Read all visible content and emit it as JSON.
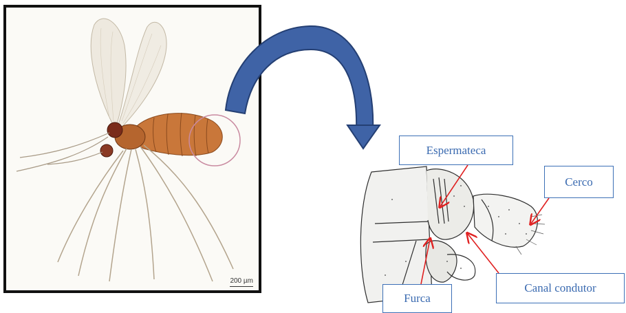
{
  "figure": {
    "scale_bar_text": "200 µm",
    "labels": {
      "espermateca": "Espermateca",
      "cerco": "Cerco",
      "canal_condutor": "Canal condutor",
      "furca": "Furca"
    },
    "colors": {
      "arrow_fill": "#3f63a6",
      "arrow_outline": "#243f73",
      "label_border": "#3b6fb6",
      "label_text": "#3a6ab0",
      "pointer": "#e02020",
      "highlight_circle": "#c98aa0",
      "frame": "#111111"
    }
  }
}
